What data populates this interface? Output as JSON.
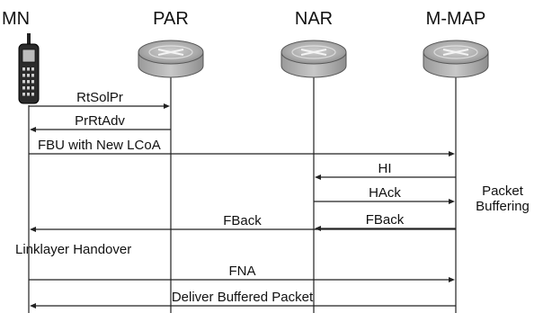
{
  "entities": [
    {
      "id": "mn",
      "label": "MN",
      "kind": "phone"
    },
    {
      "id": "par",
      "label": "PAR",
      "kind": "router"
    },
    {
      "id": "nar",
      "label": "NAR",
      "kind": "router"
    },
    {
      "id": "mmap",
      "label": "M-MAP",
      "kind": "router"
    }
  ],
  "messages": [
    {
      "label": "RtSolPr",
      "from": "mn",
      "to": "par"
    },
    {
      "label": "PrRtAdv",
      "from": "par",
      "to": "mn"
    },
    {
      "label": "FBU with New LCoA",
      "from": "mn",
      "to": "mmap"
    },
    {
      "label": "HI",
      "from": "mmap",
      "to": "nar"
    },
    {
      "label": "HAck",
      "from": "nar",
      "to": "mmap"
    },
    {
      "label": "FBack",
      "from": "mmap",
      "to": "nar"
    },
    {
      "label": "FBack",
      "from": "mmap",
      "to": "mn"
    },
    {
      "label": "FNA",
      "from": "mn",
      "to": "mmap"
    },
    {
      "label": "Deliver Buffered Packet",
      "from": "mmap",
      "to": "mn"
    }
  ],
  "notes": {
    "linklayer": "Linklayer Handover",
    "buffering": [
      "Packet",
      "Buffering"
    ]
  },
  "icons": {
    "router": "router-icon",
    "phone": "mobile-phone-icon"
  }
}
